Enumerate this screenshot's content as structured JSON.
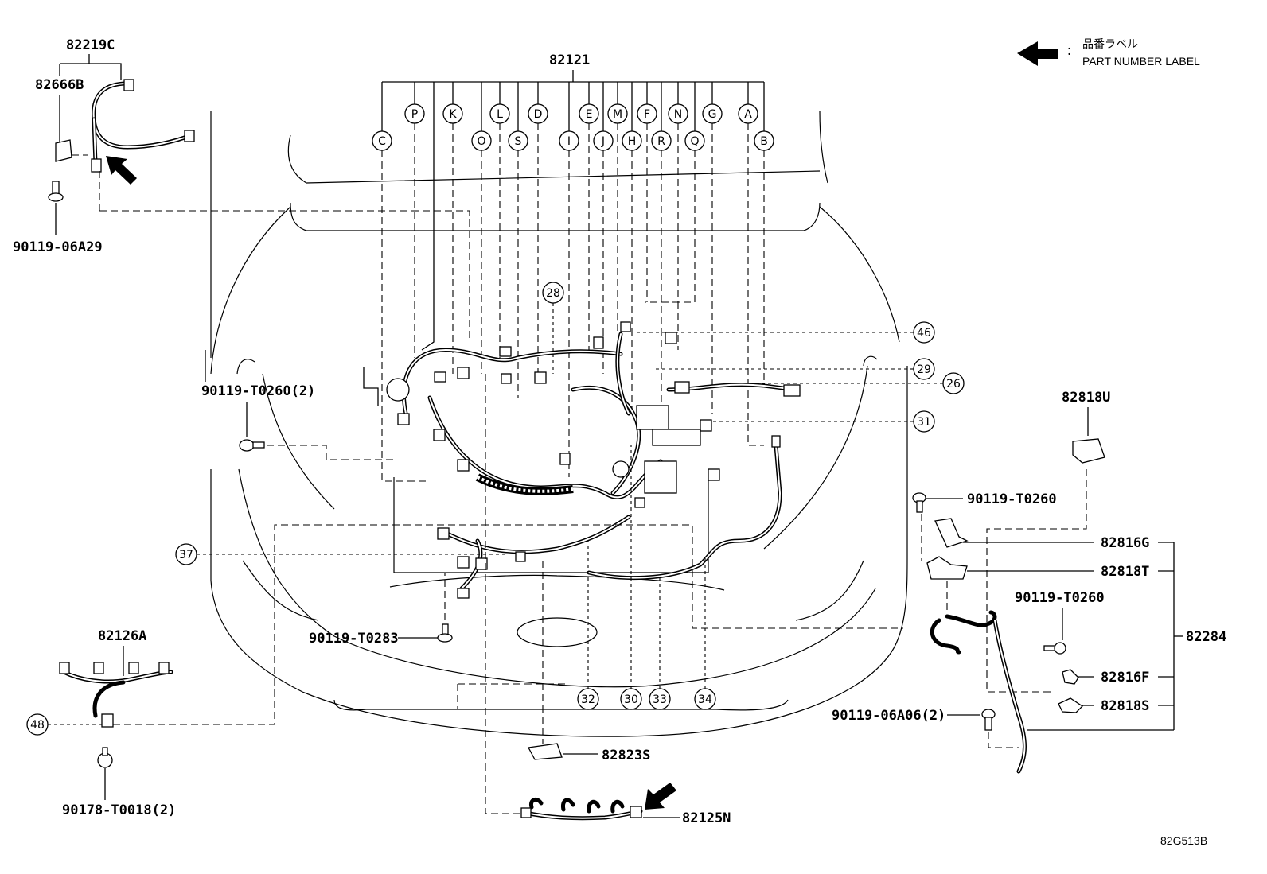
{
  "legend": {
    "symbol_sep": "：",
    "label_jp": "品番ラベル",
    "label_en": "PART NUMBER LABEL"
  },
  "figure_code": "82G513B",
  "main_harness": "82121",
  "connector_letters": {
    "top_row": [
      "P",
      "K",
      "L",
      "D",
      "E",
      "M",
      "F",
      "N",
      "G",
      "A"
    ],
    "bottom_row": [
      "C",
      "O",
      "S",
      "I",
      "J",
      "H",
      "R",
      "Q",
      "B"
    ]
  },
  "ref_numbers": {
    "r28": "28",
    "r46": "46",
    "r29": "29",
    "r26": "26",
    "r31": "31",
    "r37": "37",
    "r48": "48",
    "r32": "32",
    "r30": "30",
    "r33": "33",
    "r34": "34"
  },
  "parts": {
    "p82219C": "82219C",
    "p82666B": "82666B",
    "p90119_06A29": "90119-06A29",
    "p90119_T0260_2": "90119-T0260(2)",
    "p82818U": "82818U",
    "p90119_T0260_a": "90119-T0260",
    "p82816G": "82816G",
    "p82818T": "82818T",
    "p90119_T0260_b": "90119-T0260",
    "p82284": "82284",
    "p82816F": "82816F",
    "p90119_06A06_2": "90119-06A06(2)",
    "p82818S": "82818S",
    "p82126A": "82126A",
    "p90119_T0283": "90119-T0283",
    "p90178_T0018_2": "90178-T0018(2)",
    "p82823S": "82823S",
    "p82125N": "82125N"
  }
}
